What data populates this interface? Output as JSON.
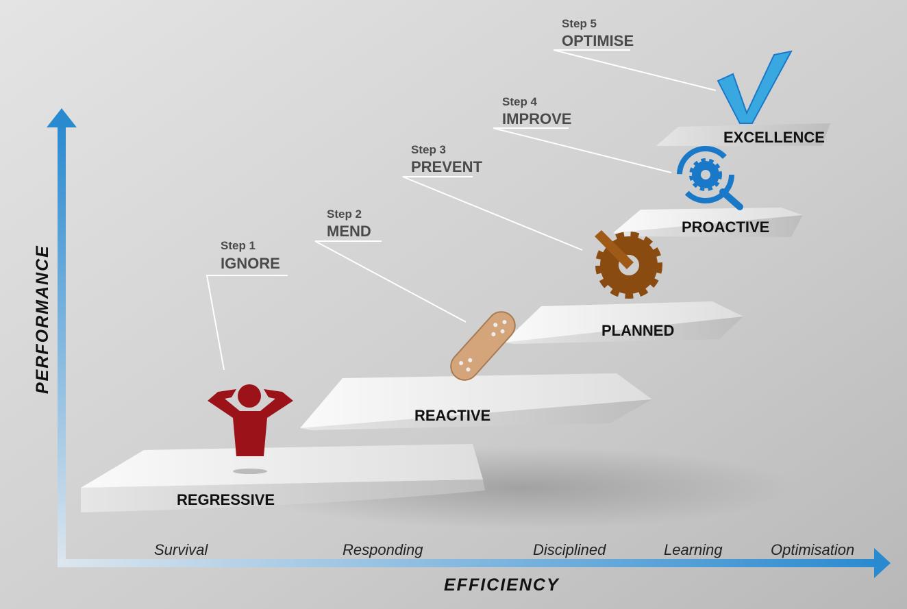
{
  "steps": [
    {
      "step": "Step 1",
      "name": "IGNORE",
      "level": "REGRESSIVE",
      "icon": "person-hands-on-head-icon"
    },
    {
      "step": "Step 2",
      "name": "MEND",
      "level": "REACTIVE",
      "icon": "bandage-icon"
    },
    {
      "step": "Step 3",
      "name": "PREVENT",
      "level": "PLANNED",
      "icon": "wrench-gear-icon"
    },
    {
      "step": "Step 4",
      "name": "IMPROVE",
      "level": "PROACTIVE",
      "icon": "gear-magnifier-icon"
    },
    {
      "step": "Step 5",
      "name": "OPTIMISE",
      "level": "EXCELLENCE",
      "icon": "checkmark-icon"
    }
  ],
  "x_axis": {
    "title": "EFFICIENCY",
    "labels": [
      "Survival",
      "Responding",
      "Disciplined",
      "Learning",
      "Optimisation"
    ]
  },
  "y_axis": {
    "title": "PERFORMANCE"
  },
  "colors": {
    "axis": "#2a8ad0",
    "person": "#9b1218",
    "bandage": "#d4a57a",
    "wrench": "#8a4b10",
    "gear": "#1a78c8",
    "check": "#3aa8e0"
  }
}
